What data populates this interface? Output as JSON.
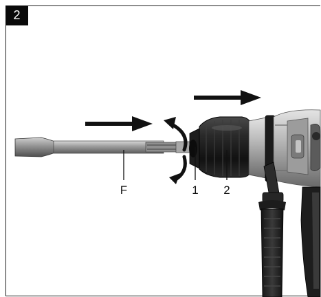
{
  "figure": {
    "number": "2"
  },
  "callouts": {
    "chisel": "F",
    "part_1": "1",
    "part_2": "2"
  },
  "colors": {
    "frame": "#1a1a1a",
    "badge_bg": "#0a0a0a",
    "badge_text": "#ffffff",
    "arrow": "#111111",
    "metal_light": "#b9b9b9",
    "metal_dark": "#6d6d6d",
    "rubber": "#1e1e1e"
  },
  "icons": {
    "push_arrow": "arrow-right-icon",
    "rotate_arrow": "curved-rotate-arrow-icon"
  }
}
